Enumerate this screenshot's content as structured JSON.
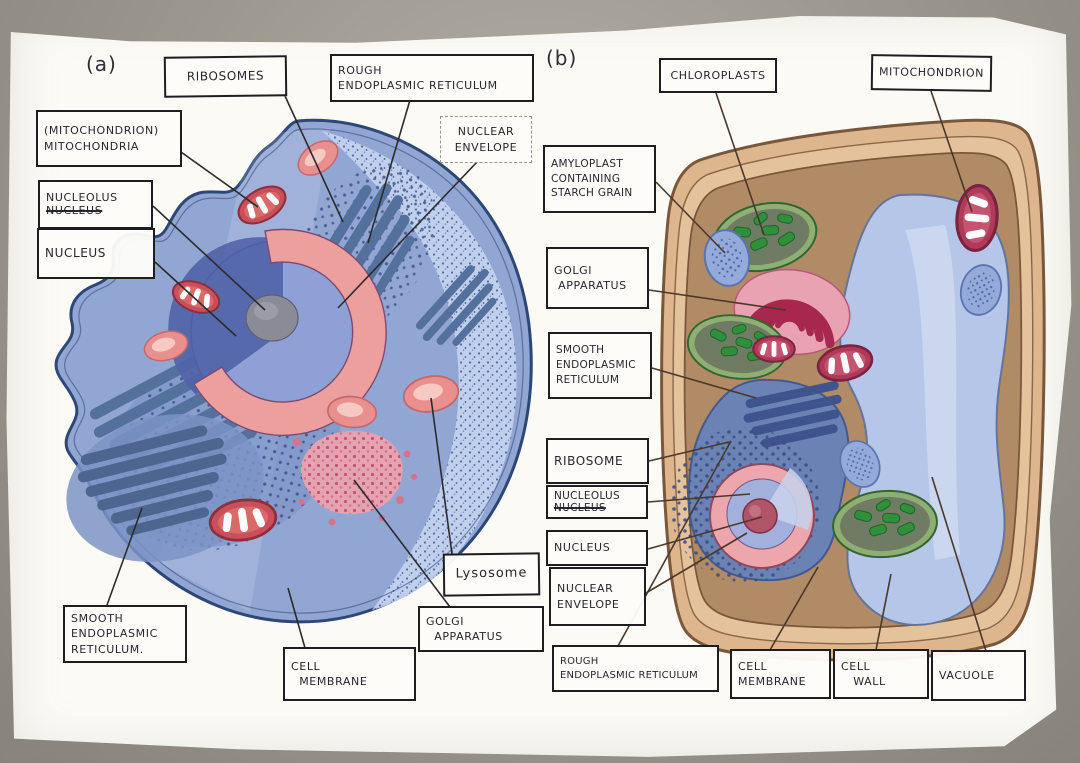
{
  "document": {
    "type": "hand-drawn biology worksheet, photographed on grey fabric",
    "subject": "Animal cell and plant cell labelled diagrams"
  },
  "colors": {
    "fabric_background": "#9a968d",
    "paper": "#fbfaf5",
    "ink": "#26262e",
    "animal_cell_fill": "#92a6d4",
    "animal_cell_outline": "#2d4878",
    "nuclear_envelope_pink": "#ec9f9d",
    "organelle_slate_blue": "#54719e",
    "mitochondrion_red": "#c94f5c",
    "plant_cell_wall_tan": "#ddb68e",
    "plant_cytoplasm_brown": "#b18b66",
    "vacuole_blue": "#b5c6e8",
    "chloroplast_green": "#2f8f3a",
    "plant_mitochondrion_crimson": "#b13a58",
    "golgi_crimson": "#a8274e"
  },
  "panel_a": {
    "panel_label": "(a)",
    "cell_type": "animal cell",
    "labels": {
      "ribosomes": "RIBOSOMES",
      "rough_endoplasmic_reticulum": "ROUGH\nENDOPLASMIC RETICULUM",
      "nuclear_envelope": "NUCLEAR\nENVELOPE",
      "mitochondria": "(MITOCHONDRION)\nMITOCHONDRIA",
      "nucleolus": {
        "text": "NUCLEOLUS",
        "struck": "NUCLEUS"
      },
      "nucleus": "NUCLEUS",
      "smooth_endoplasmic_reticulum": "SMOOTH\nENDOPLASMIC\nRETICULUM.",
      "cell_membrane": "CELL\n  MEMBRANE",
      "golgi_apparatus": "GOLGI\n  APPARATUS",
      "lysosome": "Lysosome"
    }
  },
  "panel_b": {
    "panel_label": "(b)",
    "cell_type": "plant cell",
    "labels": {
      "chloroplasts": "CHLOROPLASTS",
      "mitochondrion": "MITOCHONDRION",
      "amyloplast": "AMYLOPLAST\nCONTAINING\nSTARCH GRAIN",
      "golgi_apparatus": "GOLGI\n APPARATUS",
      "smooth_endoplasmic_reticulum": "SMOOTH\nENDOPLASMIC\nRETICULUM",
      "ribosome": "RIBOSOME",
      "nucleolus": {
        "text": "NUCLEOLUS",
        "struck": "NUCLEUS"
      },
      "nucleus": "NUCLEUS",
      "nuclear_envelope": "NUCLEAR\nENVELOPE",
      "rough_endoplasmic_reticulum": "ROUGH\nENDOPLASMIC RETICULUM",
      "cell_membrane": "CELL\nMEMBRANE",
      "cell_wall": "CELL\n   WALL",
      "vacuole": "VACUOLE"
    }
  }
}
